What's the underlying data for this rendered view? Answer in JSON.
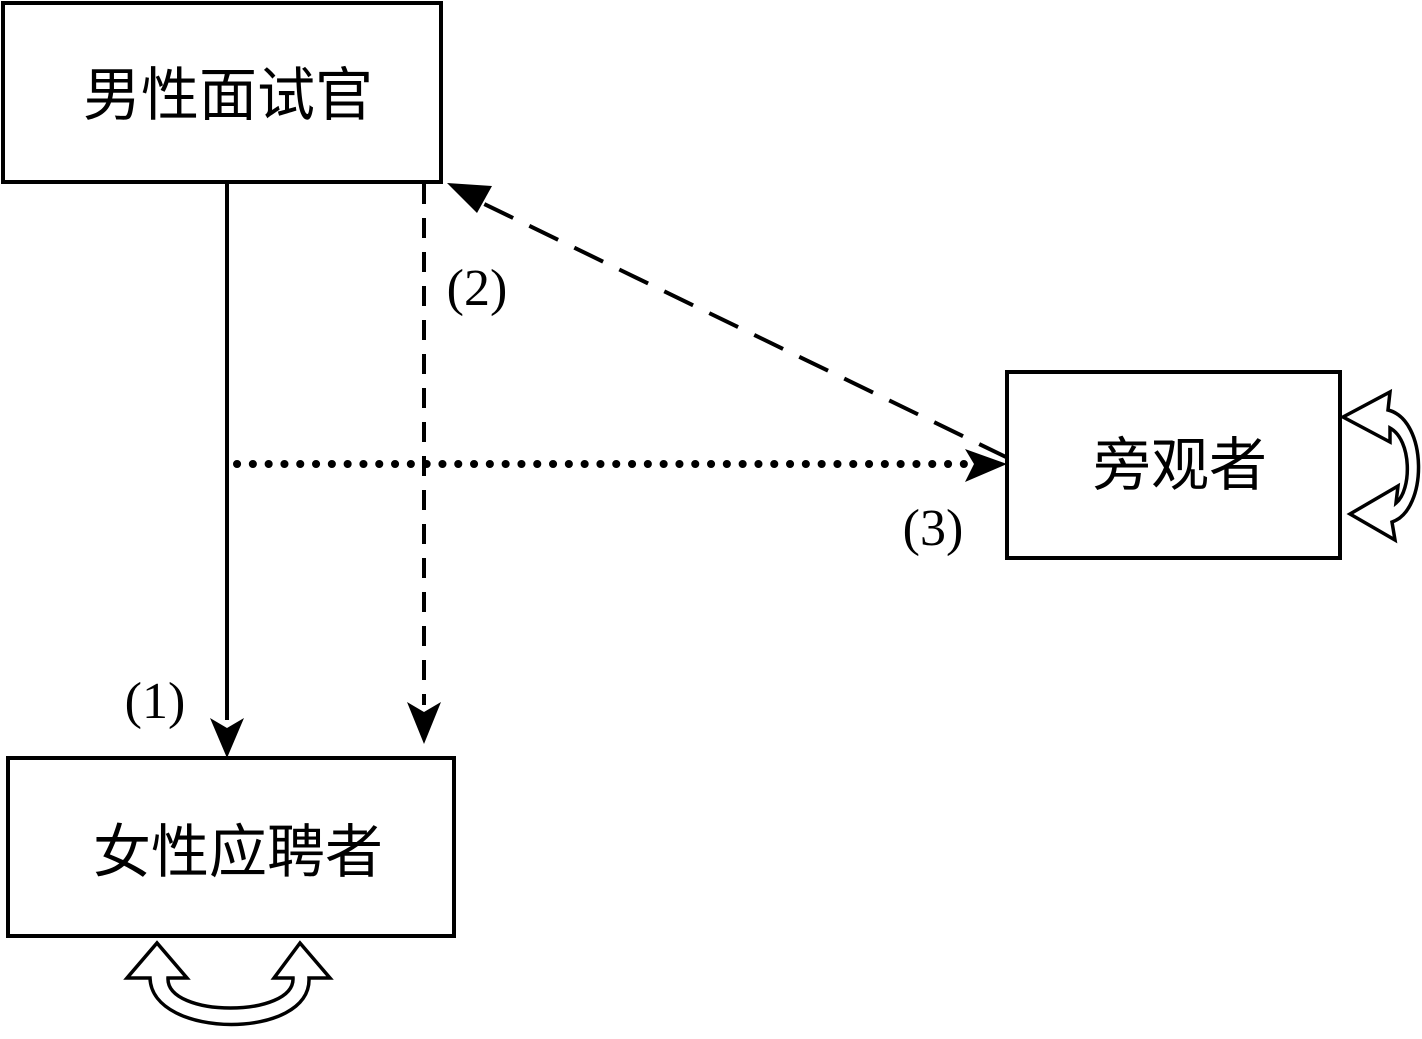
{
  "nodes": {
    "interviewer": {
      "label": "男性面试官"
    },
    "applicant": {
      "label": "女性应聘者"
    },
    "bystander": {
      "label": "旁观者"
    }
  },
  "edges": {
    "e1": {
      "label": "(1)",
      "from": "interviewer",
      "to": "applicant",
      "style": "solid"
    },
    "e2": {
      "label": "(2)",
      "from": "bystander",
      "to": "interviewer→applicant",
      "style": "dashed"
    },
    "e3": {
      "label": "(3)",
      "from": "interviewer→applicant",
      "to": "bystander",
      "style": "dotted"
    }
  },
  "colors": {
    "stroke": "#000000",
    "background": "#ffffff"
  }
}
